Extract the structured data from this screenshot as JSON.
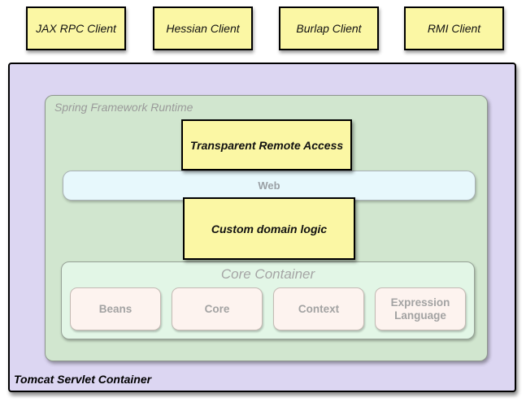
{
  "colors": {
    "client_fill": "#fbf7a4",
    "tomcat_fill": "#dcd6f2",
    "runtime_fill": "#d1e6cf",
    "web_fill": "#e7f8fc",
    "core_fill": "#e2f6e6",
    "module_fill": "#fdf3ef"
  },
  "clients": [
    {
      "label": "JAX RPC Client"
    },
    {
      "label": "Hessian Client"
    },
    {
      "label": "Burlap Client"
    },
    {
      "label": "RMI Client"
    }
  ],
  "tomcat": {
    "label": "Tomcat Servlet Container"
  },
  "runtime": {
    "label": "Spring Framework Runtime"
  },
  "layers": {
    "transparent_remote_access": "Transparent Remote Access",
    "web": "Web",
    "custom_domain_logic": "Custom domain logic"
  },
  "core": {
    "label": "Core Container",
    "modules": [
      {
        "label": "Beans"
      },
      {
        "label": "Core"
      },
      {
        "label": "Context"
      },
      {
        "label": "Expression Language"
      }
    ]
  }
}
